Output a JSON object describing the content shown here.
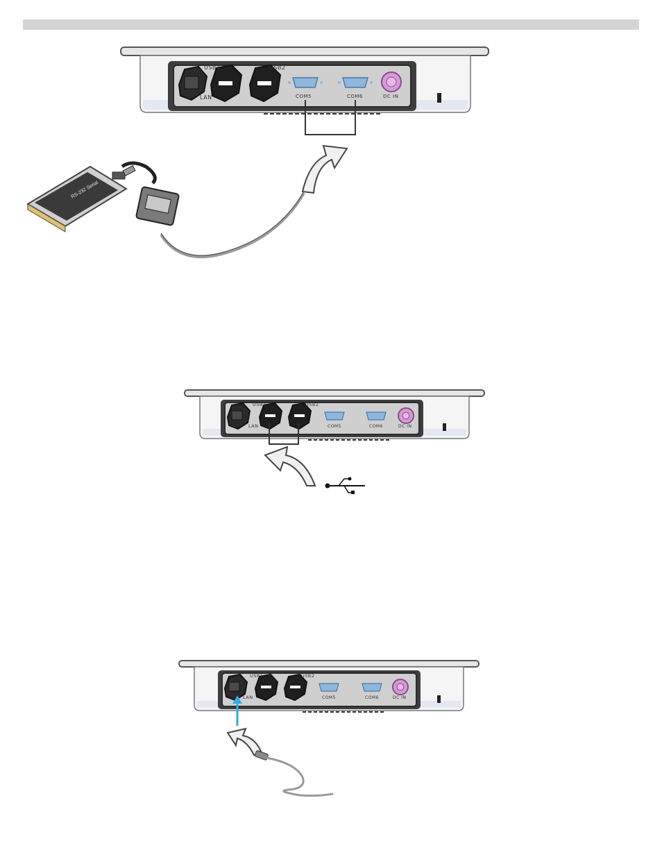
{
  "colors": {
    "header_bar": "#d4d4d4",
    "panel_dark": "#3a3a3a",
    "port_black": "#1e1e1e",
    "com_blue": "#8fb6dc",
    "dc_pink": "#d69ad6",
    "arrow_cyan": "#29aee0"
  },
  "figures": [
    {
      "ports": {
        "usb1": "USB1",
        "usb2": "USB2",
        "lan": "LAN",
        "com5": "COM5",
        "com6": "COM6",
        "dc": "DC IN"
      },
      "highlight": "com-ports",
      "accessory": "pcmcia-serial-card",
      "card_label": "RS-232 Serial"
    },
    {
      "ports": {
        "usb1": "USB1",
        "usb2": "USB2",
        "lan": "LAN",
        "com5": "COM5",
        "com6": "COM6",
        "dc": "DC IN"
      },
      "highlight": "usb-ports",
      "accessory": "usb-symbol-icon"
    },
    {
      "ports": {
        "usb1": "USB1",
        "usb2": "USB2",
        "lan": "LAN",
        "com5": "COM5",
        "com6": "COM6",
        "dc": "DC IN"
      },
      "highlight": "lan-port",
      "accessory": "lan-cable"
    }
  ]
}
